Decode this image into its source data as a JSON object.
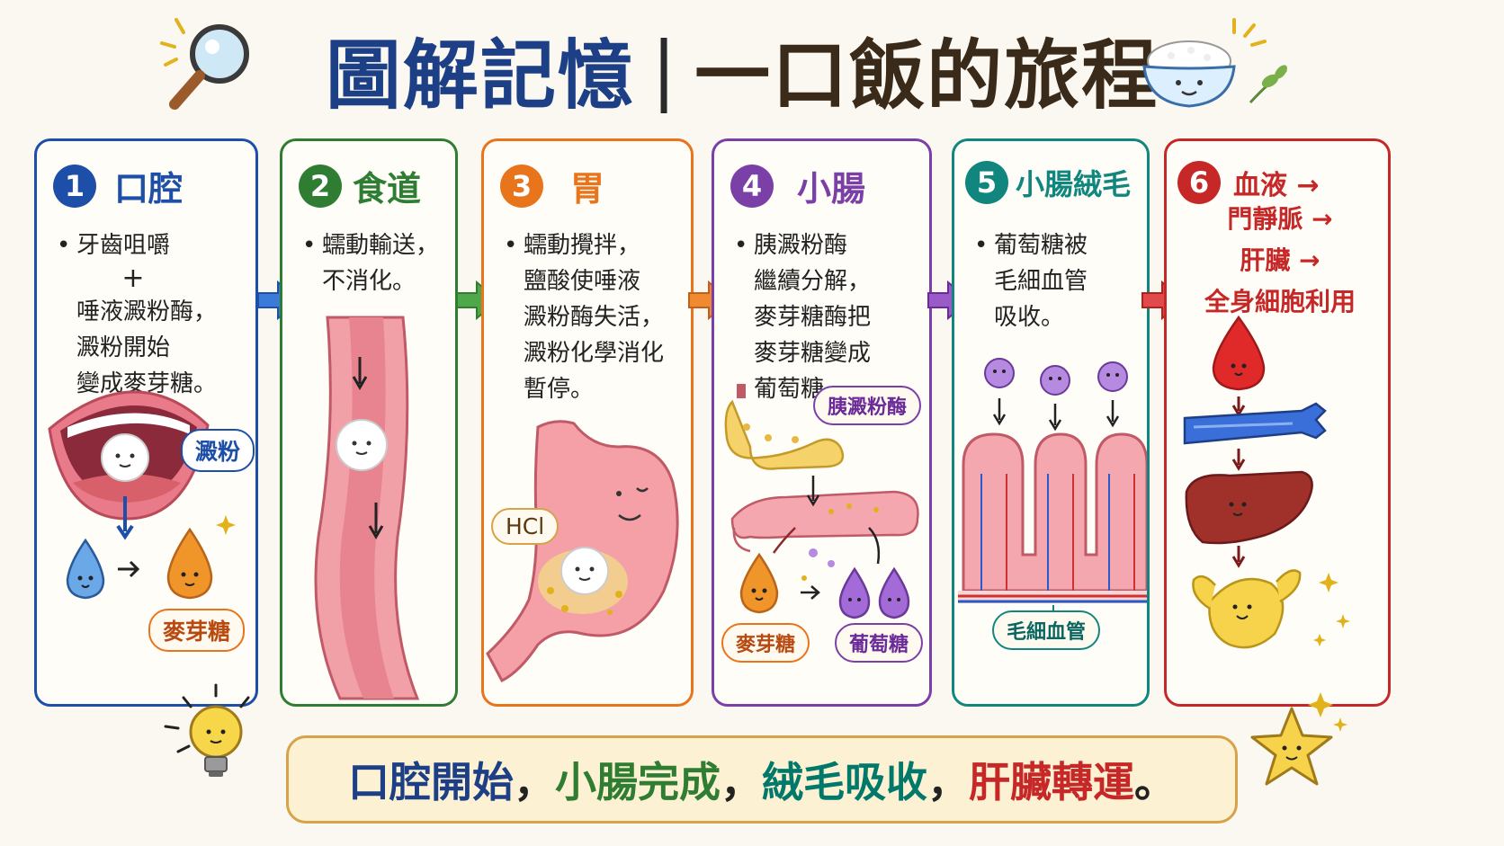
{
  "title": {
    "left": "圖解記憶",
    "sep": "|",
    "right": "一口飯的旅程"
  },
  "panels": [
    {
      "num": "1",
      "title": "口腔",
      "color": "#1d4fa8",
      "lines": [
        "牙齒咀嚼",
        "+",
        "唾液澱粉酶，",
        "澱粉開始",
        "變成麥芽糖。"
      ],
      "labels": {
        "bubble": "澱粉",
        "sugar": "麥芽糖"
      }
    },
    {
      "num": "2",
      "title": "食道",
      "color": "#2e7d32",
      "lines": [
        "蠕動輸送，",
        "不消化。"
      ]
    },
    {
      "num": "3",
      "title": "胃",
      "color": "#e8741c",
      "lines": [
        "蠕動攪拌，",
        "鹽酸使唾液",
        "澱粉酶失活，",
        "澱粉化學消化",
        "暫停。"
      ],
      "labels": {
        "hcl": "HCl"
      }
    },
    {
      "num": "4",
      "title": "小腸",
      "color": "#7b3fa8",
      "lines": [
        "胰澱粉酶",
        "繼續分解，",
        "麥芽糖酶把",
        "麥芽糖變成",
        "葡萄糖。"
      ],
      "labels": {
        "enzyme": "胰澱粉酶",
        "maltose": "麥芽糖",
        "glucose": "葡萄糖"
      }
    },
    {
      "num": "5",
      "title": "小腸絨毛",
      "color": "#11867f",
      "lines": [
        "葡萄糖被",
        "毛細血管",
        "吸收。"
      ],
      "labels": {
        "capillary": "毛細血管"
      }
    },
    {
      "num": "6",
      "title": "血液 →",
      "color": "#c62828",
      "title_lines": [
        "門靜脈 →",
        "肝臟 →",
        "全身細胞利用"
      ]
    }
  ],
  "banner": {
    "p1": "口腔開始",
    "c1": "，",
    "p2": "小腸完成",
    "c2": "，",
    "p3": "絨毛吸收",
    "c3": "，",
    "p4": "肝臟轉運",
    "end": "。"
  },
  "colors": {
    "blue": "#1d4fa8",
    "green": "#2e7d32",
    "orange": "#e8741c",
    "purple": "#7b3fa8",
    "teal": "#11867f",
    "red": "#c62828",
    "banner_border": "#d6a24a"
  }
}
